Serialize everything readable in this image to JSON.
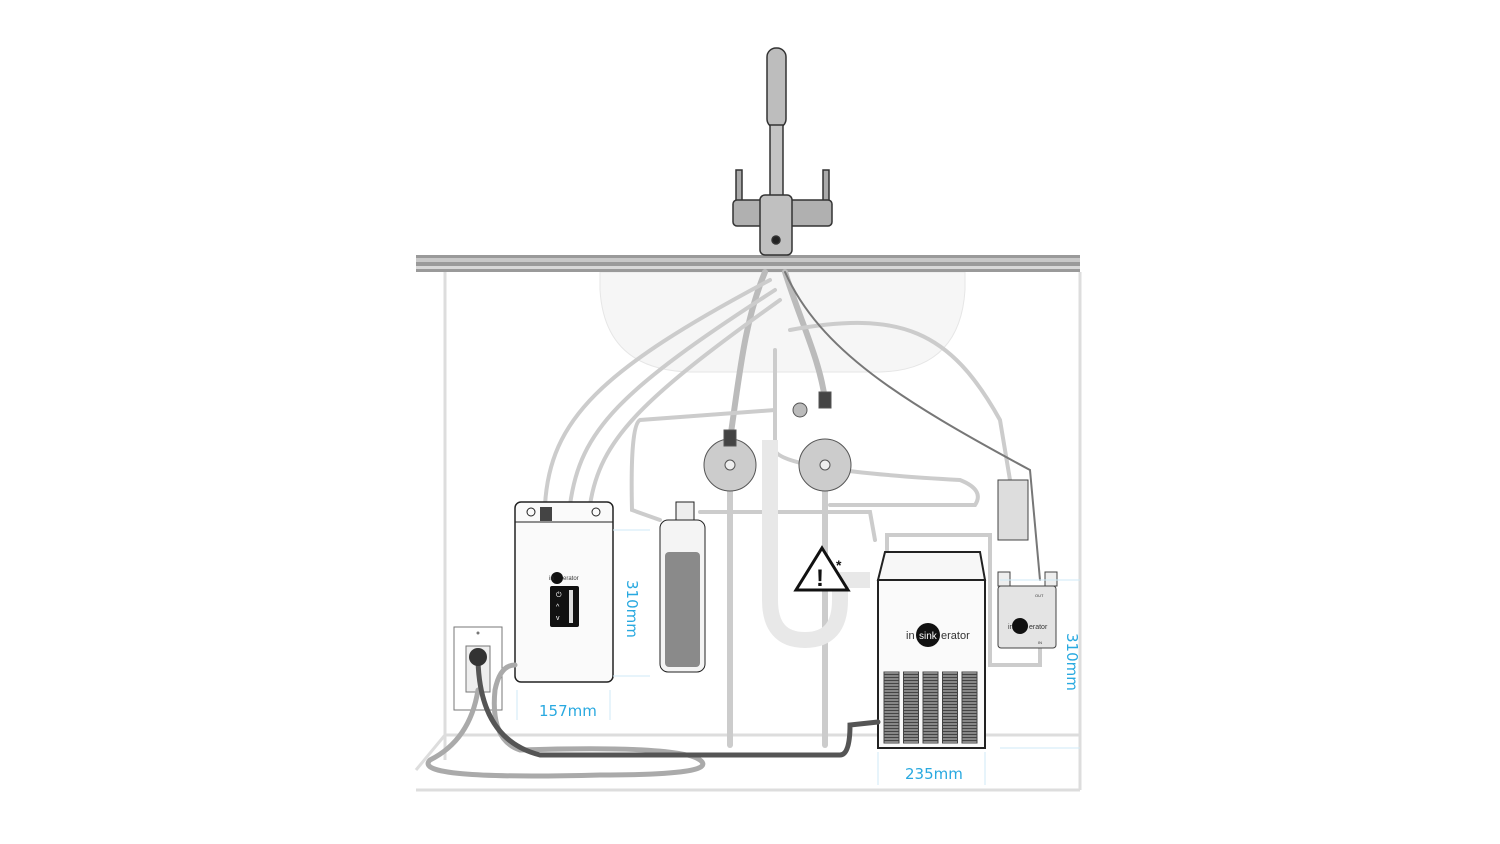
{
  "diagram": {
    "heater": {
      "height_label": "310mm",
      "width_label": "157mm",
      "brand": "insinkerator",
      "controls": [
        "⏻",
        "^",
        "v"
      ]
    },
    "chiller": {
      "width_label": "235mm",
      "brand": "insinkerator"
    },
    "control_box": {
      "height_label": "310mm",
      "brand": "insinkerator",
      "port_out": "OUT",
      "port_in": "IN"
    },
    "warning": {
      "symbol": "!",
      "note_mark": "*"
    },
    "colors": {
      "dimension": "#29a9e0",
      "outline": "#222222",
      "pipe": "#b8b8b8",
      "cable": "#555555"
    }
  }
}
